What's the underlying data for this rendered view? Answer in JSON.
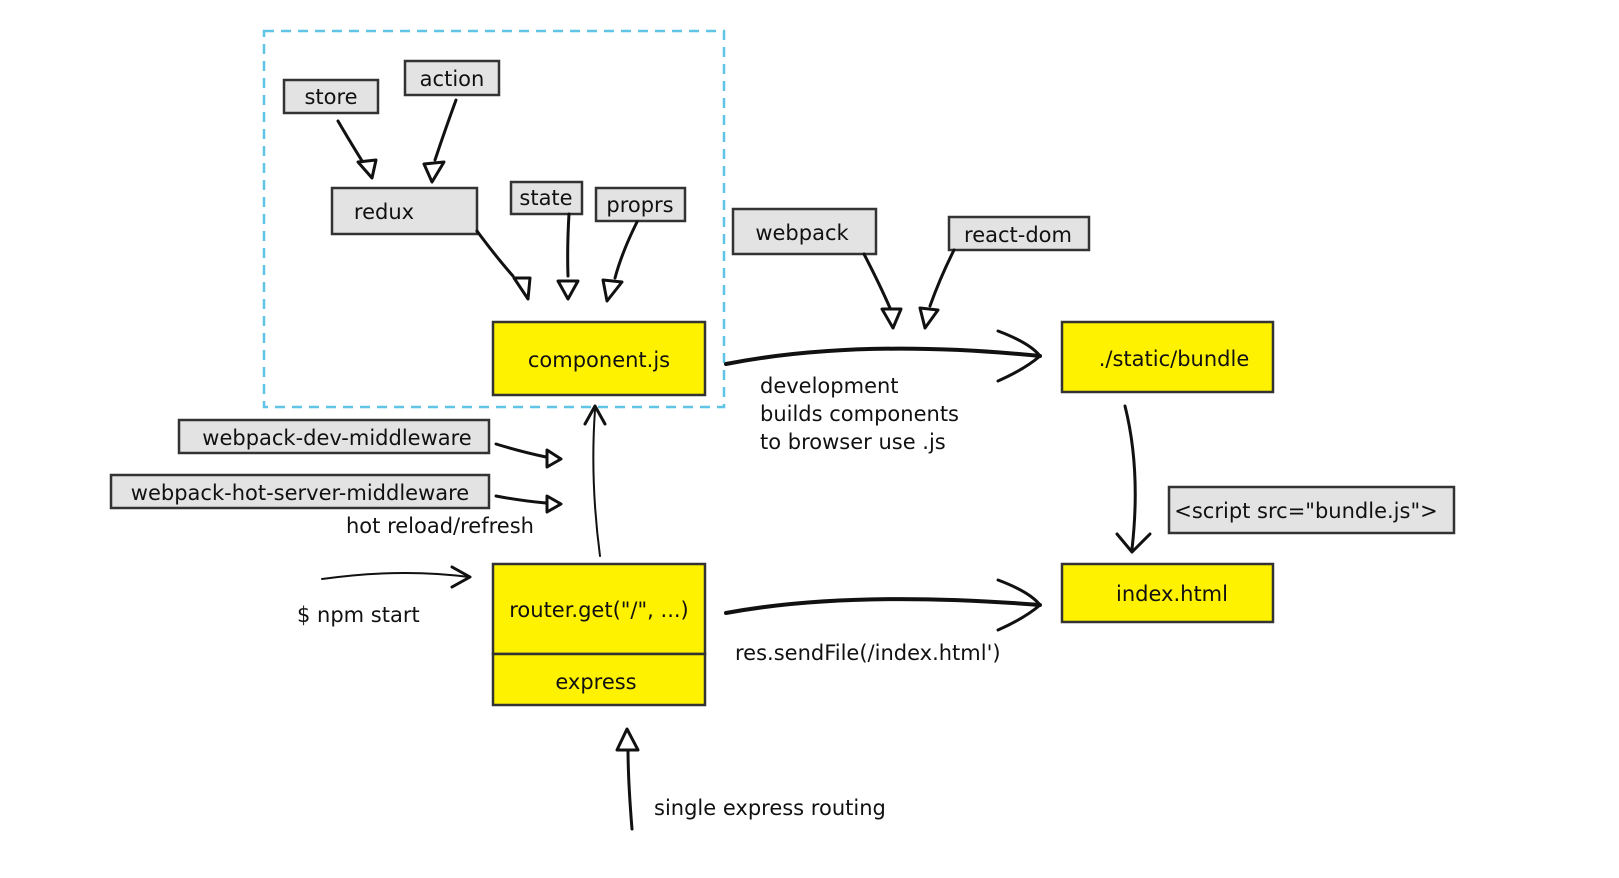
{
  "nodes": {
    "store": "store",
    "action": "action",
    "redux": "redux",
    "state": "state",
    "proprs": "proprs",
    "webpack": "webpack",
    "react_dom": "react-dom",
    "component_js": "component.js",
    "static_bundle": "./static/bundle",
    "webpack_dev_middleware": "webpack-dev-middleware",
    "webpack_hot_server_middleware": "webpack-hot-server-middleware",
    "script_tag": "<script src=\"bundle.js\">",
    "router_get": "router.get(\"/\", ...)",
    "express": "express",
    "index_html": "index.html"
  },
  "labels": {
    "development_line1": "development",
    "development_line2": "builds components",
    "development_line3": "to browser use .js",
    "hot_reload": "hot reload/refresh",
    "npm_start": "$ npm start",
    "send_file": "res.sendFile(/index.html')",
    "single_routing": "single express routing"
  },
  "colors": {
    "grey_box": "#e3e3e3",
    "yellow_box": "#fff200",
    "dashed_region": "#5fc4e6"
  }
}
